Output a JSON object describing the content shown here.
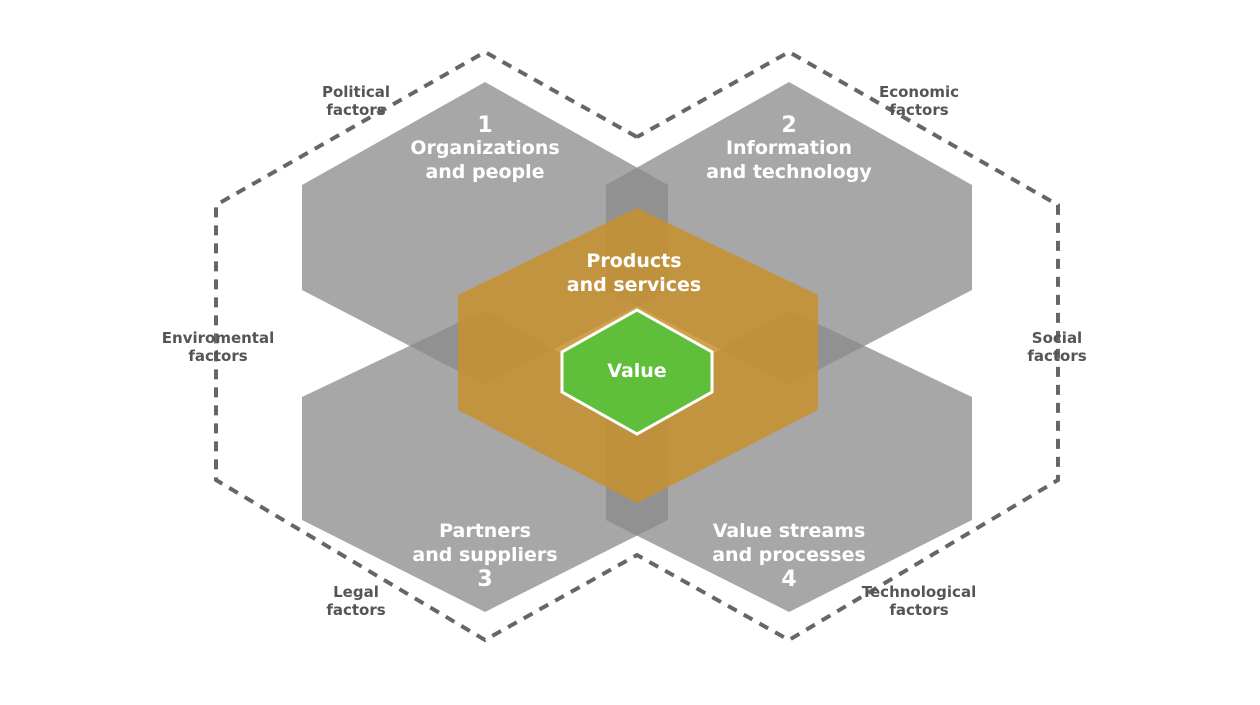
{
  "dimensions": [
    {
      "number": "1",
      "line1": "Organizations",
      "line2": "and people"
    },
    {
      "number": "2",
      "line1": "Information",
      "line2": "and technology"
    },
    {
      "number": "3",
      "line1": "Partners",
      "line2": "and suppliers"
    },
    {
      "number": "4",
      "line1": "Value streams",
      "line2": "and processes"
    }
  ],
  "center": {
    "products_line1": "Products",
    "products_line2": "and services",
    "value": "Value"
  },
  "factors": {
    "political": {
      "line1": "Political",
      "line2": "factors"
    },
    "economic": {
      "line1": "Economic",
      "line2": "factors"
    },
    "environmental": {
      "line1": "Enviromental",
      "line2": "factors"
    },
    "social": {
      "line1": "Social",
      "line2": "factors"
    },
    "legal": {
      "line1": "Legal",
      "line2": "factors"
    },
    "technological": {
      "line1": "Technological",
      "line2": "factors"
    }
  },
  "colors": {
    "dimension_hex": "#9a9a9a",
    "products_hex": "#c8902e",
    "value_hex": "#5fbf3a",
    "dashed_border": "#666666"
  }
}
